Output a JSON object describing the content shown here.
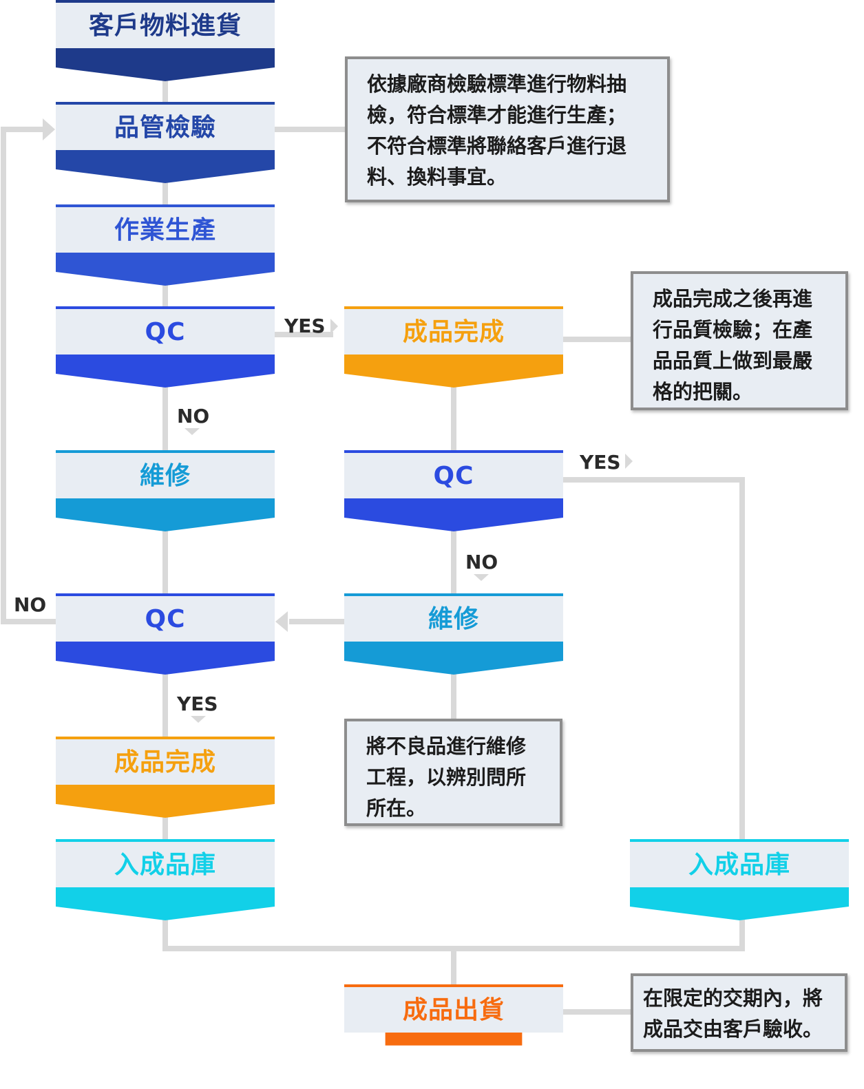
{
  "colors": {
    "dark_navy": "#1e3a8a",
    "navy": "#2447a8",
    "blue": "#2f55d4",
    "qc_blue": "#2b4be0",
    "repair": "#159bd6",
    "gold": "#f5a00f",
    "cyan": "#12d0e8",
    "ship_orange": "#f76c10",
    "panel": "#e8edf3",
    "connector": "#d9d9d9",
    "note_border": "#8d8d8d"
  },
  "steps": {
    "incoming": "客戶物料進貨",
    "inspection": "品管檢驗",
    "production": "作業生產",
    "qc1": "QC",
    "done1": "成品完成",
    "repair1": "維修",
    "qc2": "QC",
    "qc3": "QC",
    "repair2": "維修",
    "done2": "成品完成",
    "warehouse1": "入成品庫",
    "warehouse2": "入成品庫",
    "shipping": "成品出貨"
  },
  "notes": {
    "inspection_lines": [
      "依據廠商檢驗標準進行物料抽",
      "檢，符合標準才能進行生產；",
      "不符合標準將聯絡客戶進行退",
      "料、換料事宜。"
    ],
    "quality_lines": [
      "成品完成之後再進",
      "行品質檢驗；在產",
      "品品質上做到最嚴",
      "格的把關。"
    ],
    "repair_lines": [
      "將不良品進行維修",
      "工程，以辨別問所",
      "所在。"
    ],
    "shipping_lines": [
      "在限定的交期內，將",
      "成品交由客戶驗收。"
    ]
  },
  "labels": {
    "qc1_yes": "YES",
    "qc1_no": "NO",
    "qc2_yes": "YES",
    "qc2_no": "NO",
    "qc3_no": "NO",
    "qc3_yes": "YES"
  }
}
